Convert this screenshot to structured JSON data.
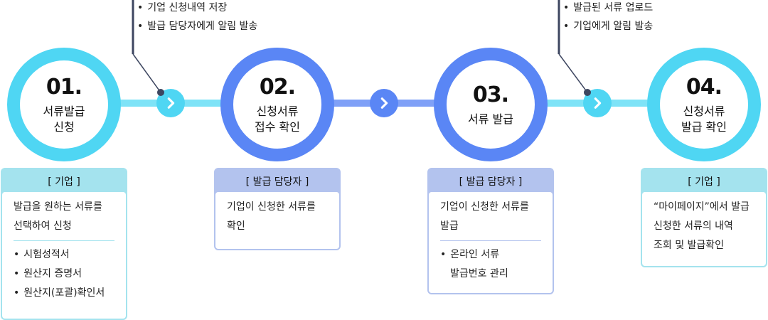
{
  "colors": {
    "cyan": "#4fd6f3",
    "blue": "#5a86f5",
    "cyan_bar": "#7ee3f7",
    "blue_bar": "#7fa0f7",
    "card_cyan": "#a4e3ee",
    "card_blue": "#b3c3ee"
  },
  "steps": [
    {
      "number": "01.",
      "label_line1": "서류발급",
      "label_line2": "신청"
    },
    {
      "number": "02.",
      "label_line1": "신청서류",
      "label_line2": "접수 확인"
    },
    {
      "number": "03.",
      "label_line1": "서류 발급",
      "label_line2": ""
    },
    {
      "number": "04.",
      "label_line1": "신청서류",
      "label_line2": "발급 확인"
    }
  ],
  "notes": [
    {
      "items": [
        "기업 신청내역 저장",
        "발급 담당자에게 알림 발송"
      ]
    },
    {
      "items": [
        "발급된 서류 업로드",
        "기업에게 알림 발송"
      ]
    }
  ],
  "cards": [
    {
      "header": "[ 기업 ]",
      "text_lines": [
        "발급을 원하는 서류를",
        "선택하여 신청"
      ],
      "bullets": [
        "시험성적서",
        "원산지 증명서",
        "원산지(포괄)확인서"
      ]
    },
    {
      "header": "[ 발급 담당자 ]",
      "text_lines": [
        "기업이 신청한 서류를",
        "확인"
      ],
      "bullets": []
    },
    {
      "header": "[ 발급 담당자 ]",
      "text_lines": [
        "기업이 신청한 서류를",
        "발급"
      ],
      "bullets": [
        "온라인 서류"
      ],
      "bullet_continuation": "발급번호 관리"
    },
    {
      "header": "[ 기업 ]",
      "text_lines": [
        "“마이페이지”에서 발급",
        "신청한 서류의 내역",
        "조회 및 발급확인"
      ],
      "bullets": []
    }
  ]
}
